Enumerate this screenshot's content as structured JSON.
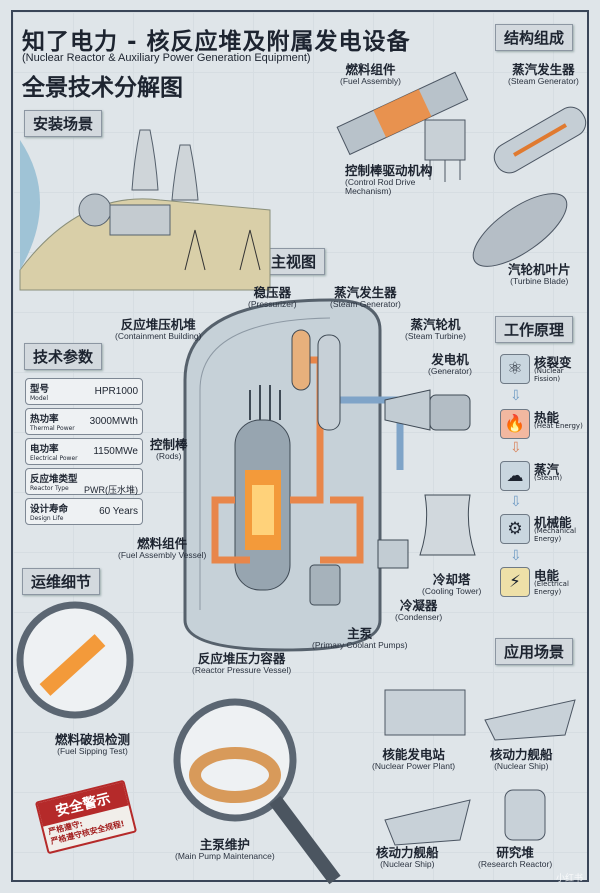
{
  "title": "知了电力 - 核反应堆及附属发电设备",
  "subtitle": "(Nuclear Reactor & Auxiliary Power Generation Equipment)",
  "title2": "全景技术分解图",
  "sections": {
    "structure": "结构组成",
    "install": "安装场景",
    "main_view": "主视图",
    "params": "技术参数",
    "principle": "工作原理",
    "maintenance": "运维细节",
    "applications": "应用场景"
  },
  "components": [
    {
      "cn": "燃料组件",
      "en": "(Fuel Assembly)"
    },
    {
      "cn": "蒸汽发生器",
      "en": "(Steam Generator)"
    },
    {
      "cn": "控制棒驱动机构",
      "en": "(Control Rod Drive Mechanism)"
    },
    {
      "cn": "汽轮机叶片",
      "en": "(Turbine Blade)"
    }
  ],
  "main_labels": {
    "pressurizer": {
      "cn": "稳压器",
      "en": "(Pressurizer)"
    },
    "steam_gen": {
      "cn": "蒸汽发生器",
      "en": "(Steam Generator)"
    },
    "containment": {
      "cn": "反应堆压机堆",
      "en": "(Containment Building)"
    },
    "turbine": {
      "cn": "蒸汽轮机",
      "en": "(Steam Turbine)"
    },
    "generator": {
      "cn": "发电机",
      "en": "(Generator)"
    },
    "rods": {
      "cn": "控制棒",
      "en": "(Rods)"
    },
    "fuel": {
      "cn": "燃料组件",
      "en": "(Fuel Assembly Vessel)"
    },
    "cooling": {
      "cn": "冷却塔",
      "en": "(Cooling Tower)"
    },
    "condenser": {
      "cn": "冷凝器",
      "en": "(Condenser)"
    },
    "pump": {
      "cn": "主泵",
      "en": "(Primary Coolant Pumps)"
    },
    "rpv": {
      "cn": "反应堆压力容器",
      "en": "(Reactor Pressure Vessel)"
    }
  },
  "params": [
    {
      "k": "型号",
      "ke": "Model",
      "v": "HPR1000"
    },
    {
      "k": "热功率",
      "ke": "Thermal Power",
      "v": "3000MWth"
    },
    {
      "k": "电功率",
      "ke": "Electrical Power",
      "v": "1150MWe"
    },
    {
      "k": "反应堆类型",
      "ke": "Reactor Type",
      "v": "PWR(压水堆)"
    },
    {
      "k": "设计寿命",
      "ke": "Design Life",
      "v": "60 Years"
    }
  ],
  "principle": [
    {
      "cn": "核裂变",
      "en": "(Nuclear Fission)",
      "icon": "⚛",
      "color": "#c9d6df"
    },
    {
      "cn": "热能",
      "en": "(Heat Energy)",
      "icon": "🔥",
      "color": "#f2b8a0"
    },
    {
      "cn": "蒸汽",
      "en": "(Steam)",
      "icon": "☁",
      "color": "#c9d6df"
    },
    {
      "cn": "机械能",
      "en": "(Mechanical Energy)",
      "icon": "⚙",
      "color": "#c9d6df"
    },
    {
      "cn": "电能",
      "en": "(Electrical Energy)",
      "icon": "⚡",
      "color": "#eee0a8"
    }
  ],
  "maintenance": {
    "fuel_test": {
      "cn": "燃料破损检测",
      "en": "(Fuel Sipping Test)"
    },
    "pump": {
      "cn": "主泵维护",
      "en": "(Main Pump Maintenance)"
    },
    "warning_title": "安全警示",
    "warning_text1": "严格遵守:",
    "warning_text2": "严格遵守核安全规程!"
  },
  "applications": [
    {
      "cn": "核能发电站",
      "en": "(Nuclear Power Plant)"
    },
    {
      "cn": "核动力舰船",
      "en": "(Nuclear Ship)"
    },
    {
      "cn": "核动力舰船",
      "en": "(Nuclear Ship)"
    },
    {
      "cn": "研究堆",
      "en": "(Research Reactor)"
    }
  ],
  "watermark": "小红书"
}
